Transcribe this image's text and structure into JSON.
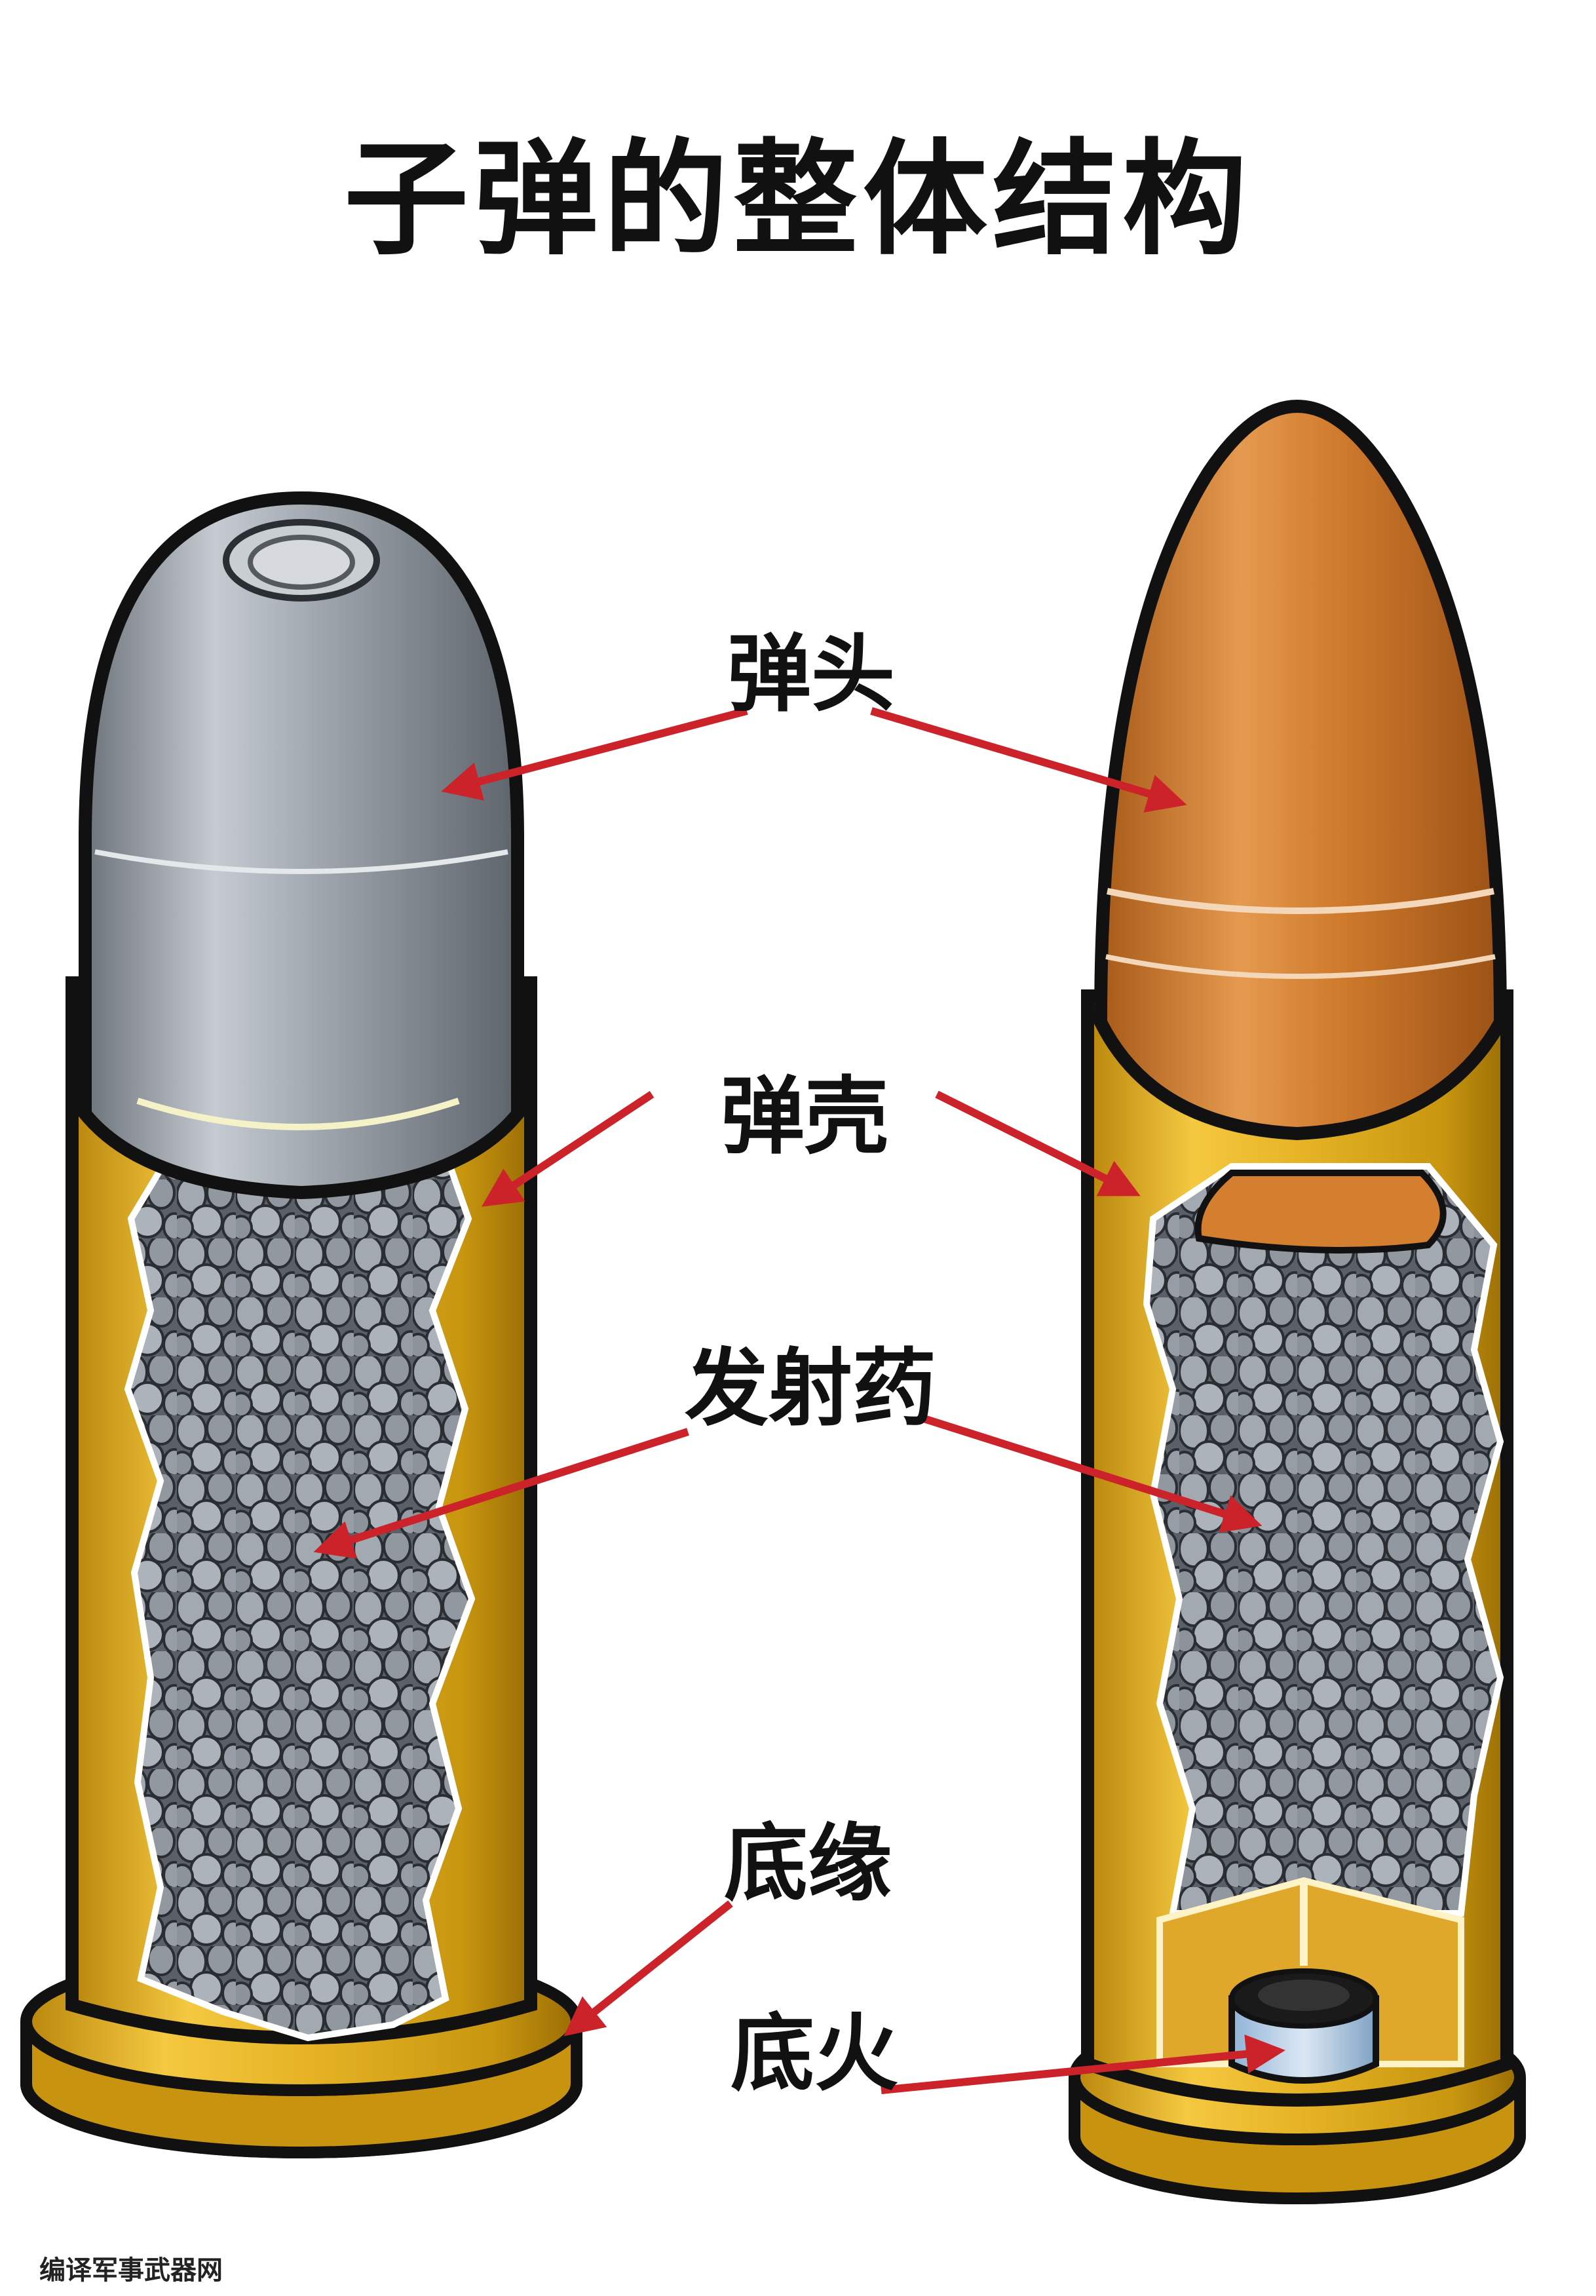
{
  "title": "子弹的整体结构",
  "labels": {
    "bullet": "弹头",
    "case": "弹壳",
    "propellant": "发射药",
    "rim": "底缘",
    "primer": "底火"
  },
  "watermark": "编译军事武器网",
  "colors": {
    "brass": "#e3ae1f",
    "lead": "#9aa1a8",
    "copper": "#cf7a2c",
    "powder": "#8e949b",
    "arrow": "#cc2229",
    "outline": "#111111"
  }
}
